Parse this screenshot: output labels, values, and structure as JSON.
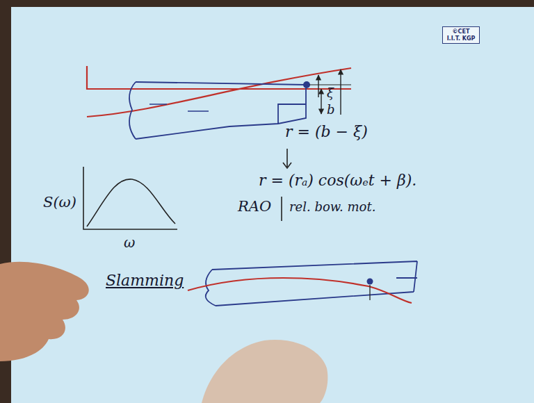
{
  "diagram": {
    "nodes": [
      {
        "text": [
          "©CET I.I.T. KGP"
        ]
      }
    ],
    "labels": [
      "ξ",
      "b",
      "r = (b − ξ)",
      "r = (rₐ) cos(ωₑt + β).",
      "RAO",
      "rel. bow. mot.",
      "S(ω)",
      "ω",
      "Slamming"
    ]
  }
}
